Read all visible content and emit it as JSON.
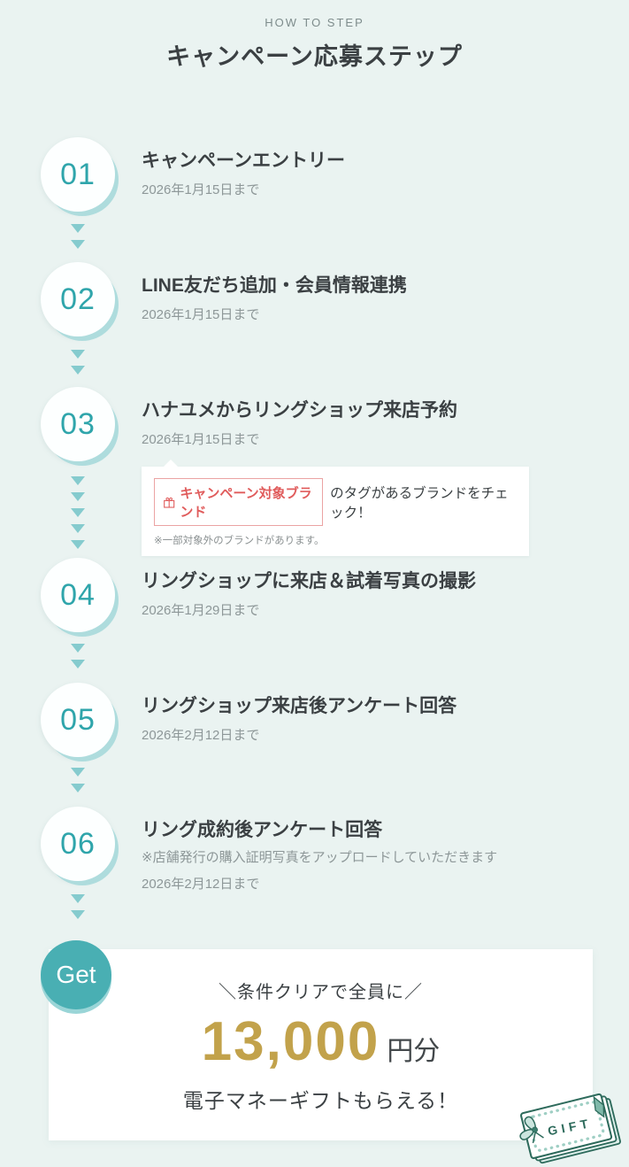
{
  "header": {
    "eyebrow": "HOW TO STEP",
    "title": "キャンペーン応募ステップ"
  },
  "steps": [
    {
      "num": "01",
      "title": "キャンペーンエントリー",
      "deadline": "2026年1月15日まで"
    },
    {
      "num": "02",
      "title": "LINE友だち追加・会員情報連携",
      "deadline": "2026年1月15日まで"
    },
    {
      "num": "03",
      "title": "ハナユメからリングショップ来店予約",
      "deadline": "2026年1月15日まで",
      "info": {
        "tag_label": "キャンペーン対象ブランド",
        "text": "のタグがあるブランドをチェック！",
        "note": "※一部対象外のブランドがあります。"
      }
    },
    {
      "num": "04",
      "title": "リングショップに来店＆試着写真の撮影",
      "deadline": "2026年1月29日まで"
    },
    {
      "num": "05",
      "title": "リングショップ来店後アンケート回答",
      "deadline": "2026年2月12日まで"
    },
    {
      "num": "06",
      "title": "リング成約後アンケート回答",
      "note": "※店舗発行の購入証明写真をアップロードしていただきます",
      "deadline": "2026年2月12日まで"
    }
  ],
  "reward": {
    "badge": "Get",
    "catchline": "＼条件クリアで全員に／",
    "amount": "13,000",
    "amount_unit": "円分",
    "description": "電子マネーギフトもらえる！",
    "gift_label": "GIFT"
  },
  "colors": {
    "background": "#EAF3F1",
    "accent_teal": "#49AFB3",
    "number_teal": "#2FA5AB",
    "arrow_teal": "#85CBCE",
    "title_text": "#3B4043",
    "muted_text": "#8D9798",
    "tag_red": "#E05C5C",
    "tag_border": "#EBA3A3",
    "amount_gold": "#C2A24B",
    "gift_green": "#2E6B5C"
  }
}
